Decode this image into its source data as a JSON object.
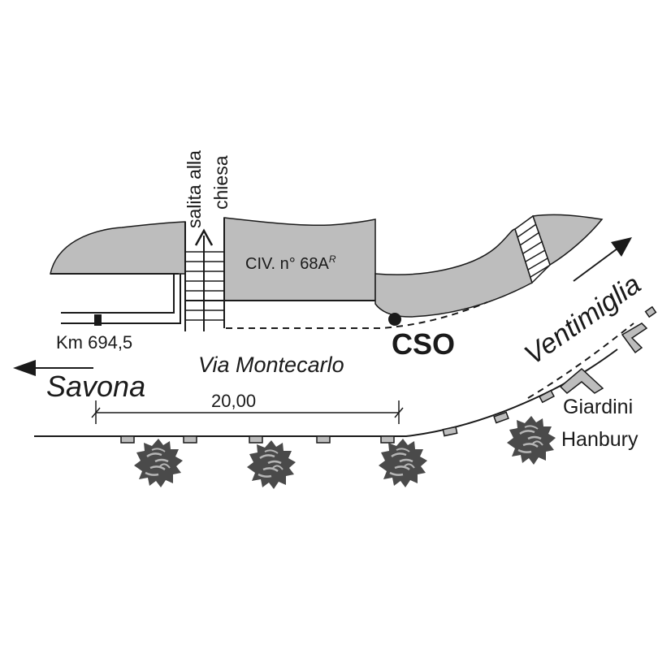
{
  "map": {
    "labels": {
      "stairs_up": "salita alla",
      "stairs_up_2": "chiesa",
      "civic_number": "CIV. n° 68A",
      "civic_superscript": "R",
      "kilometer": "Km 694,5",
      "street": "Via Montecarlo",
      "location": "CSO",
      "west_direction": "Savona",
      "east_direction": "Ventimiglia",
      "distance": "20,00",
      "garden_line1": "Giardini",
      "garden_line2": "Hanbury"
    },
    "colors": {
      "building_fill": "#bdbdbd",
      "line": "#1a1a1a",
      "tree_fill": "#4a4a4a",
      "tree_inner": "#a9a9a9"
    }
  }
}
